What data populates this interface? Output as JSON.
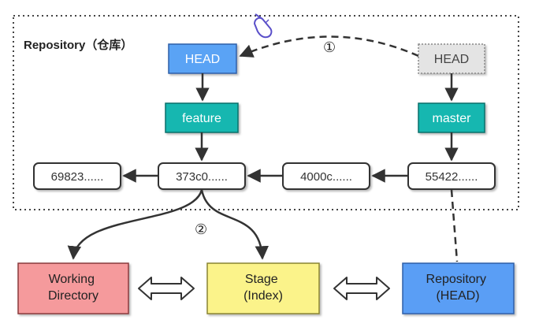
{
  "repository_label": "Repository（仓库）",
  "pointers": {
    "head_current": "HEAD",
    "head_previous": "HEAD",
    "branch_feature": "feature",
    "branch_master": "master"
  },
  "commits": {
    "c1": "69823......",
    "c2": "373c0......",
    "c3": "4000c......",
    "c4": "55422......"
  },
  "areas": {
    "working_directory": [
      "Working",
      "Directory"
    ],
    "stage": [
      "Stage",
      "(Index)"
    ],
    "repository_head": [
      "Repository",
      "(HEAD)"
    ]
  },
  "step_markers": {
    "step1": "①",
    "step2": "②"
  },
  "icons": [
    "pointer-hand-icon",
    "double-arrow-icon"
  ],
  "colors": {
    "head_blue": "#5aa3f5",
    "head_ghost": "#e4e4e4",
    "branch_teal": "#14b7b0",
    "working_red": "#f59a9c",
    "stage_yellow": "#fbf38a",
    "repo_blue": "#5a9ef5",
    "stroke": "#333333"
  }
}
